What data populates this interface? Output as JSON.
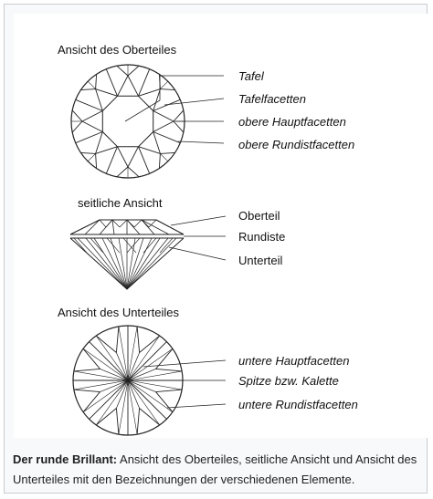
{
  "top_view": {
    "heading": "Ansicht des Oberteiles",
    "labels": [
      "Tafel",
      "Tafelfacetten",
      "obere Hauptfacetten",
      "obere Rundistfacetten"
    ]
  },
  "side_view": {
    "heading": "seitliche Ansicht",
    "labels": [
      "Oberteil",
      "Rundiste",
      "Unterteil"
    ]
  },
  "bottom_view": {
    "heading": "Ansicht des Unterteiles",
    "labels": [
      "untere Hauptfacetten",
      "Spitze bzw. Kalette",
      "untere Rundistfacetten"
    ]
  },
  "caption": {
    "bold": "Der runde Brillant:",
    "text": " Ansicht des Oberteiles, seitliche Ansicht und Ansicht des Unterteiles mit den Bezeichnungen der verschiedenen Elemente."
  }
}
